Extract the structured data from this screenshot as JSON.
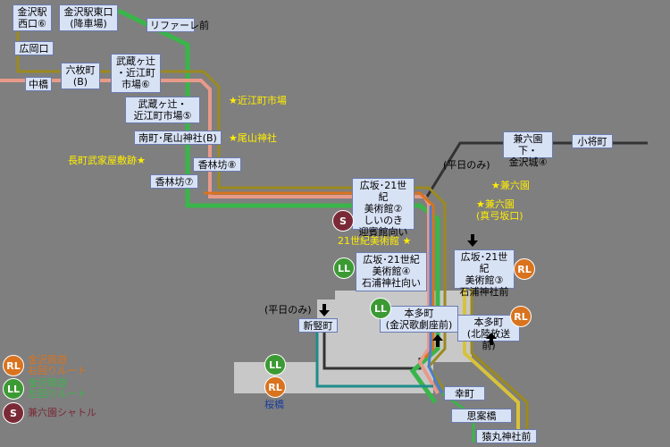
{
  "colors": {
    "background": "#7f7f7f",
    "green_route": "#3ab54a",
    "olive_route": "#9b8a1e",
    "pink_route": "#e89a8a",
    "orange_route": "#d9731e",
    "teal_route": "#1f8c8c",
    "blue_route": "#4a7fd0",
    "yellow_route": "#d8c23a",
    "black_route": "#333333",
    "stop_fill": "#d8e2f5",
    "landmark": "#ffee00"
  },
  "stops": {
    "kanazawa_nishi": "金沢駅\n西口⑥",
    "kanazawa_higashi": "金沢駅東口\n(降車場)",
    "riferu": "リファーレ前",
    "hirooka": "広岡口",
    "nakahashi": "中橋",
    "rokumai": "六枚町\n(B)",
    "musashi_ichiba6": "武蔵ヶ辻\n・近江町\n市場⑥",
    "musashi_ichiba5": "武蔵ヶ辻・\n近江町市場⑤",
    "minamicho": "南町･尾山神社(B)",
    "korinbo8": "香林坊⑧",
    "korinbo7": "香林坊⑦",
    "kenrokuen_shita": "兼六園下・\n金沢城④",
    "kosho": "小将町",
    "hirosaka2": "広坂･21世紀\n美術館②\nしいのき\n迎賓館向い",
    "hirosaka4": "広坂･21世紀\n美術館④\n石浦神社向い",
    "hirosaka3": "広坂･21世紀\n美術館③\n石浦神社前",
    "shintatemachi": "新竪町",
    "hondamachi_kabuki": "本多町\n(金沢歌劇座前)",
    "hondamachi_hokuriku": "本多町\n(北陸放送前)",
    "saiwaicho": "幸町",
    "shianbashi": "思案橋",
    "saruma": "猿丸神社前",
    "sakurabashi": "桜橋"
  },
  "landmarks": {
    "omicho": "★近江町市場",
    "oyama": "★尾山神社",
    "nagamachi": "長町武家屋敷跡★",
    "kenrokuen": "★兼六園",
    "kenrokuen_mayumi": "★兼六園\n(真弓坂口)",
    "museum21": "21世紀美術館 ★"
  },
  "notes": {
    "weekday1": "(平日のみ)",
    "weekday2": "(平日のみ)"
  },
  "badges": {
    "rl": "RL",
    "ll": "LL",
    "s": "S"
  },
  "legend": {
    "rl": "金沢周遊\n右回りルート",
    "ll": "金沢周遊\n左回りルート",
    "s": "兼六園シャトル"
  }
}
